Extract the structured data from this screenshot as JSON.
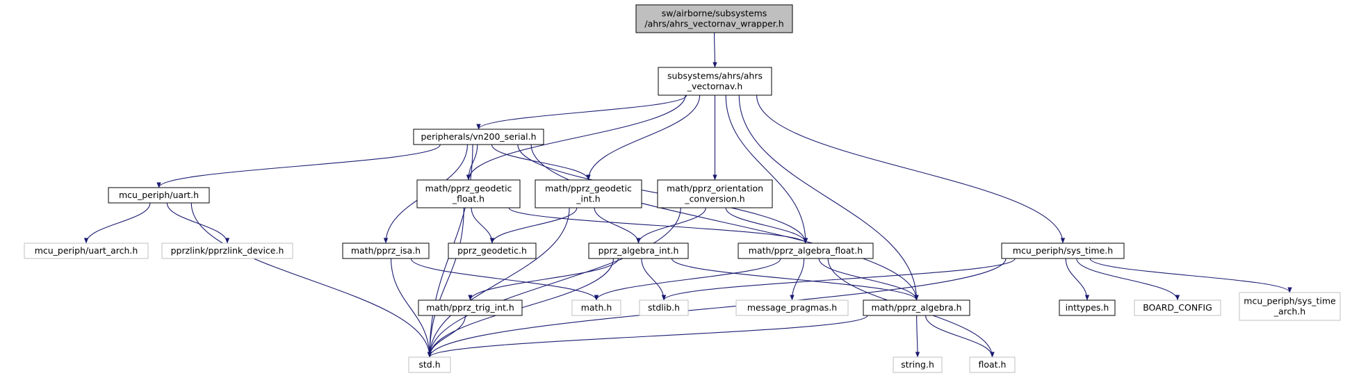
{
  "graph": {
    "colors": {
      "edge": "#191970",
      "root_fill": "#bfbfbf",
      "normal_fill": "#ffffff",
      "normal_border": "#000000",
      "external_border": "#bfbfbf"
    },
    "nodes": [
      {
        "id": "root",
        "lines": [
          "sw/airborne/subsystems",
          "/ahrs/ahrs_vectornav_wrapper.h"
        ],
        "kind": "root"
      },
      {
        "id": "ahrs_vectornav",
        "lines": [
          "subsystems/ahrs/ahrs",
          "_vectornav.h"
        ],
        "kind": "normal"
      },
      {
        "id": "vn200_serial",
        "lines": [
          "peripherals/vn200_serial.h"
        ],
        "kind": "normal"
      },
      {
        "id": "uart",
        "lines": [
          "mcu_periph/uart.h"
        ],
        "kind": "normal"
      },
      {
        "id": "geodetic_float",
        "lines": [
          "math/pprz_geodetic",
          "_float.h"
        ],
        "kind": "normal"
      },
      {
        "id": "geodetic_int",
        "lines": [
          "math/pprz_geodetic",
          "_int.h"
        ],
        "kind": "normal"
      },
      {
        "id": "orientation",
        "lines": [
          "math/pprz_orientation",
          "_conversion.h"
        ],
        "kind": "normal"
      },
      {
        "id": "uart_arch",
        "lines": [
          "mcu_periph/uart_arch.h"
        ],
        "kind": "external"
      },
      {
        "id": "pprzlink_device",
        "lines": [
          "pprzlink/pprzlink_device.h"
        ],
        "kind": "external"
      },
      {
        "id": "isa",
        "lines": [
          "math/pprz_isa.h"
        ],
        "kind": "normal"
      },
      {
        "id": "geodetic",
        "lines": [
          "pprz_geodetic.h"
        ],
        "kind": "normal"
      },
      {
        "id": "algebra_int",
        "lines": [
          "pprz_algebra_int.h"
        ],
        "kind": "normal"
      },
      {
        "id": "algebra_float",
        "lines": [
          "math/pprz_algebra_float.h"
        ],
        "kind": "normal"
      },
      {
        "id": "sys_time",
        "lines": [
          "mcu_periph/sys_time.h"
        ],
        "kind": "normal"
      },
      {
        "id": "trig_int",
        "lines": [
          "math/pprz_trig_int.h"
        ],
        "kind": "normal"
      },
      {
        "id": "math_h",
        "lines": [
          "math.h"
        ],
        "kind": "external"
      },
      {
        "id": "stdlib",
        "lines": [
          "stdlib.h"
        ],
        "kind": "external"
      },
      {
        "id": "message_pragmas",
        "lines": [
          "message_pragmas.h"
        ],
        "kind": "external"
      },
      {
        "id": "algebra",
        "lines": [
          "math/pprz_algebra.h"
        ],
        "kind": "normal"
      },
      {
        "id": "inttypes",
        "lines": [
          "inttypes.h"
        ],
        "kind": "normal"
      },
      {
        "id": "board_config",
        "lines": [
          "BOARD_CONFIG"
        ],
        "kind": "external"
      },
      {
        "id": "sys_time_arch",
        "lines": [
          "mcu_periph/sys_time",
          "_arch.h"
        ],
        "kind": "external"
      },
      {
        "id": "std",
        "lines": [
          "std.h"
        ],
        "kind": "external"
      },
      {
        "id": "string",
        "lines": [
          "string.h"
        ],
        "kind": "external"
      },
      {
        "id": "float_h",
        "lines": [
          "float.h"
        ],
        "kind": "external"
      }
    ],
    "edges": [
      [
        "root",
        "ahrs_vectornav"
      ],
      [
        "ahrs_vectornav",
        "vn200_serial"
      ],
      [
        "ahrs_vectornav",
        "geodetic_float"
      ],
      [
        "ahrs_vectornav",
        "geodetic_int"
      ],
      [
        "ahrs_vectornav",
        "orientation"
      ],
      [
        "ahrs_vectornav",
        "algebra_float"
      ],
      [
        "ahrs_vectornav",
        "algebra"
      ],
      [
        "ahrs_vectornav",
        "sys_time"
      ],
      [
        "vn200_serial",
        "uart"
      ],
      [
        "vn200_serial",
        "geodetic_float"
      ],
      [
        "vn200_serial",
        "geodetic_int"
      ],
      [
        "vn200_serial",
        "isa"
      ],
      [
        "vn200_serial",
        "algebra_float"
      ],
      [
        "vn200_serial",
        "algebra"
      ],
      [
        "vn200_serial",
        "std"
      ],
      [
        "uart",
        "uart_arch"
      ],
      [
        "uart",
        "pprzlink_device"
      ],
      [
        "uart",
        "std"
      ],
      [
        "geodetic_float",
        "geodetic"
      ],
      [
        "geodetic_float",
        "algebra_float"
      ],
      [
        "geodetic_float",
        "std"
      ],
      [
        "geodetic_int",
        "geodetic"
      ],
      [
        "geodetic_int",
        "algebra_int"
      ],
      [
        "geodetic_int",
        "std"
      ],
      [
        "orientation",
        "algebra_int"
      ],
      [
        "orientation",
        "algebra_float"
      ],
      [
        "orientation",
        "std"
      ],
      [
        "isa",
        "math_h"
      ],
      [
        "isa",
        "std"
      ],
      [
        "algebra_int",
        "trig_int"
      ],
      [
        "algebra_int",
        "stdlib"
      ],
      [
        "algebra_int",
        "algebra"
      ],
      [
        "algebra_int",
        "std"
      ],
      [
        "algebra_float",
        "math_h"
      ],
      [
        "algebra_float",
        "message_pragmas"
      ],
      [
        "algebra_float",
        "algebra"
      ],
      [
        "algebra_float",
        "float_h"
      ],
      [
        "sys_time",
        "stdlib"
      ],
      [
        "sys_time",
        "inttypes"
      ],
      [
        "sys_time",
        "board_config"
      ],
      [
        "sys_time",
        "sys_time_arch"
      ],
      [
        "sys_time",
        "std"
      ],
      [
        "trig_int",
        "std"
      ],
      [
        "algebra",
        "std"
      ],
      [
        "algebra",
        "string"
      ],
      [
        "algebra",
        "float_h"
      ]
    ]
  }
}
